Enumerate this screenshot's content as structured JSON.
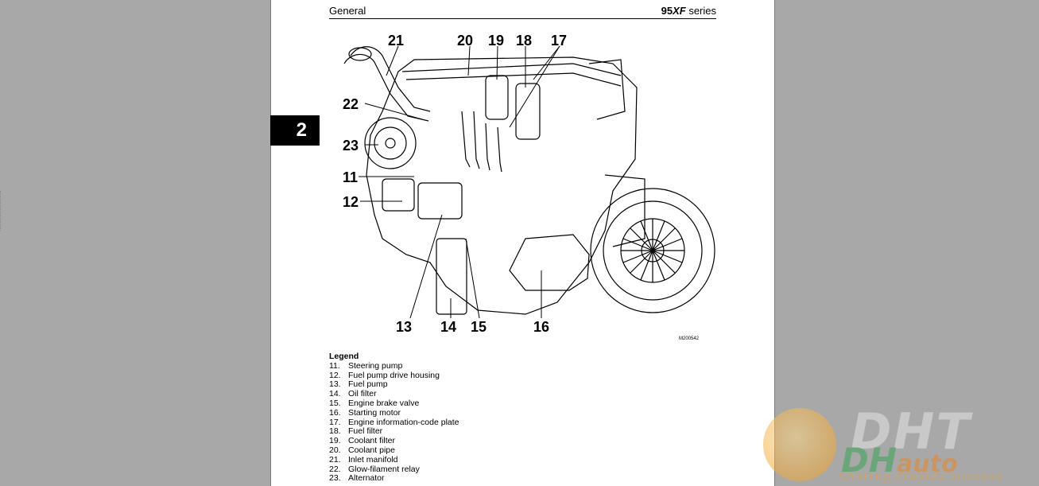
{
  "header": {
    "section": "General",
    "series_num": "95",
    "series_model": "XF",
    "series_word": " series"
  },
  "tab": "2",
  "figure": {
    "code": "M200542",
    "callouts": [
      "21",
      "20",
      "19",
      "18",
      "17",
      "22",
      "23",
      "11",
      "12",
      "13",
      "14",
      "15",
      "16"
    ]
  },
  "legend": {
    "title": "Legend",
    "items": [
      {
        "num": "11.",
        "label": "Steering pump"
      },
      {
        "num": "12.",
        "label": "Fuel pump drive housing"
      },
      {
        "num": "13.",
        "label": "Fuel pump"
      },
      {
        "num": "14.",
        "label": "Oil filter"
      },
      {
        "num": "15.",
        "label": "Engine brake valve"
      },
      {
        "num": "16.",
        "label": "Starting motor"
      },
      {
        "num": "17.",
        "label": "Engine information-code plate"
      },
      {
        "num": "18.",
        "label": "Fuel filter"
      },
      {
        "num": "19.",
        "label": "Coolant filter"
      },
      {
        "num": "20.",
        "label": "Coolant pipe"
      },
      {
        "num": "21.",
        "label": "Inlet manifold"
      },
      {
        "num": "22.",
        "label": "Glow-filament relay"
      },
      {
        "num": "23.",
        "label": "Alternator"
      }
    ]
  },
  "watermark": {
    "brand": "DHT",
    "sub_left": "DH",
    "sub_right": "auto",
    "slogan": "Sharing creates success"
  }
}
